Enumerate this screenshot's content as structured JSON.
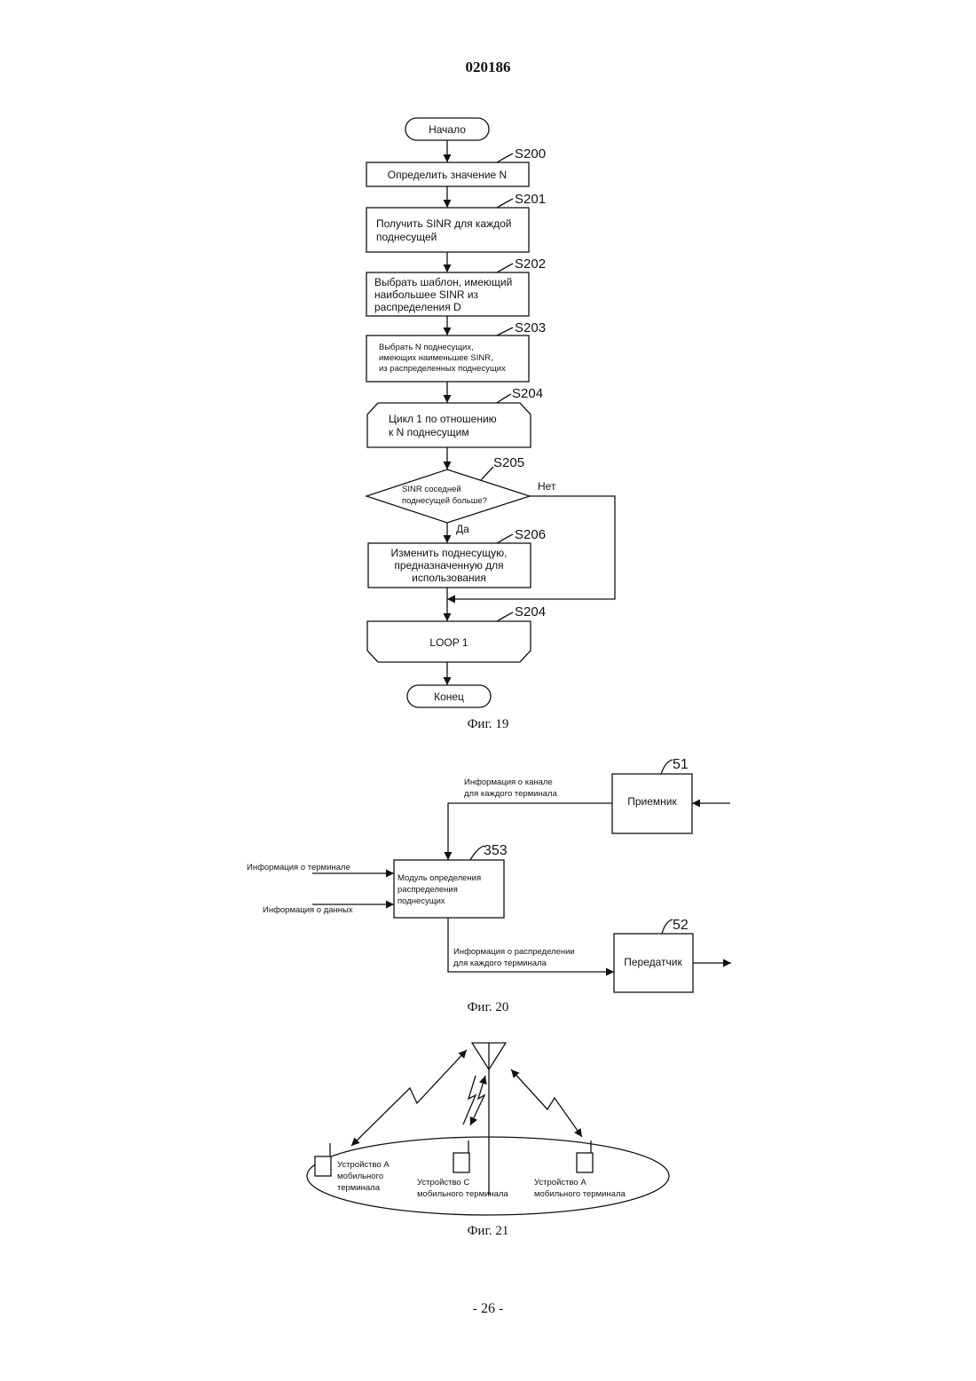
{
  "header": {
    "doc_number": "020186"
  },
  "fig19": {
    "caption": "Фиг. 19",
    "start": "Начало",
    "end": "Конец",
    "steps": {
      "s200": {
        "label": "S200",
        "text": [
          "Определить значение N"
        ]
      },
      "s201": {
        "label": "S201",
        "text": [
          "Получить SINR для каждой",
          "поднесущей"
        ]
      },
      "s202": {
        "label": "S202",
        "text": [
          "Выбрать шаблон, имеющий",
          "наибольшее SINR из",
          "распределения D"
        ]
      },
      "s203": {
        "label": "S203",
        "text": [
          "Выбрать N поднесущих,",
          "имеющих наименьшее SINR,",
          "из распределенных поднесущих"
        ]
      },
      "s204a": {
        "label": "S204",
        "text": [
          "Цикл 1 по отношению",
          "к N поднесущим"
        ]
      },
      "s205": {
        "label": "S205",
        "text": [
          "SINR соседней",
          "поднесущей больше?"
        ],
        "no": "Нет",
        "yes": "Да"
      },
      "s206": {
        "label": "S206",
        "text": [
          "Изменить поднесущую,",
          "предназначенную для",
          "использования"
        ]
      },
      "s204b": {
        "label": "S204",
        "text": [
          "LOOP 1"
        ]
      }
    }
  },
  "fig20": {
    "caption": "Фиг. 20",
    "receiver": {
      "ref": "51",
      "label": "Приемник"
    },
    "module": {
      "ref": "353",
      "text": [
        "Модуль определения",
        "распределения",
        "поднесущих"
      ]
    },
    "transmitter": {
      "ref": "52",
      "label": "Передатчик"
    },
    "channel_info": [
      "Информация о канале",
      "для каждого терминала"
    ],
    "terminal_info": "Информация о терминале",
    "data_info": "Информация о данных",
    "alloc_info": [
      "Информация о распределении",
      "для каждого терминала"
    ]
  },
  "fig21": {
    "caption": "Фиг. 21",
    "device_left": [
      "Устройство A",
      "мобильного",
      "терминала"
    ],
    "device_center": [
      "Устройство C",
      "мобильного терминала"
    ],
    "device_right": [
      "Устройство A",
      "мобильного терминала"
    ]
  },
  "footer": {
    "page": "- 26 -"
  }
}
